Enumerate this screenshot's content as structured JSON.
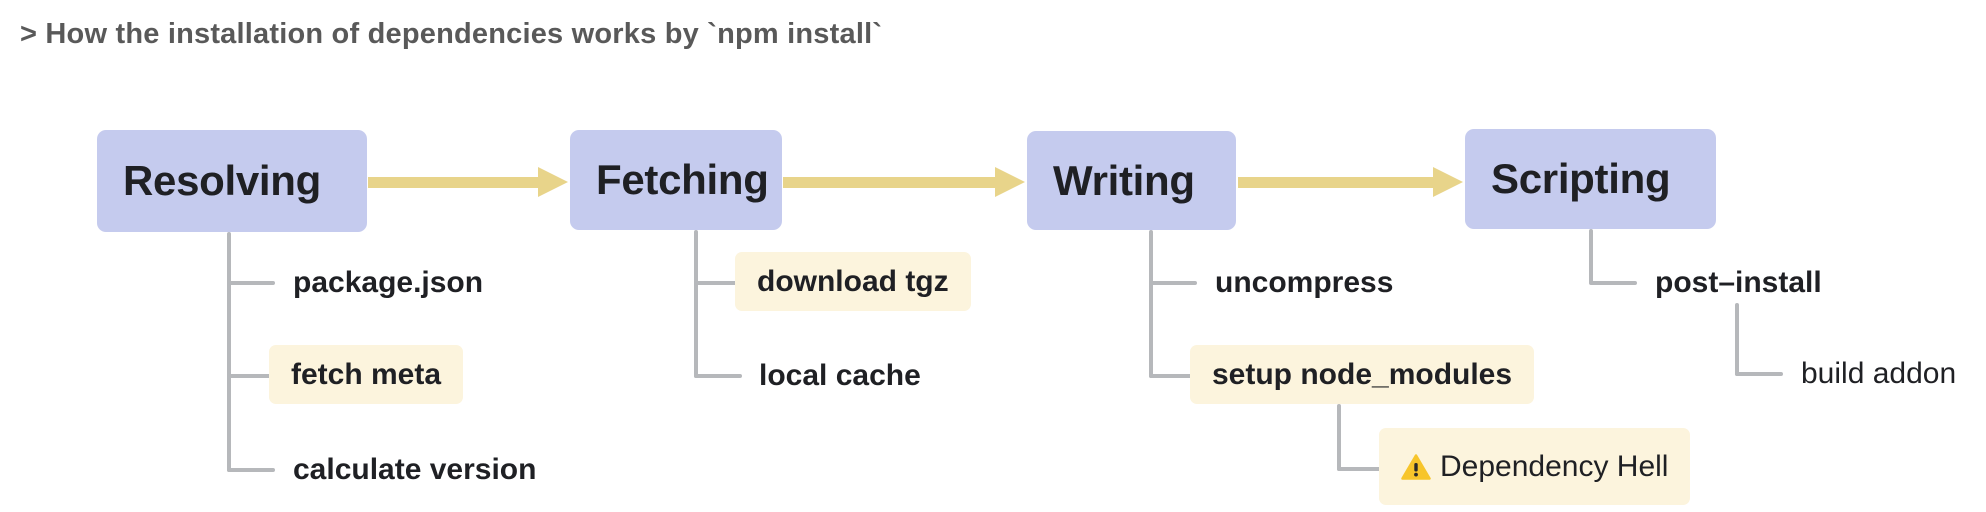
{
  "title": "> How the installation of dependencies works by `npm install`",
  "colors": {
    "stage_fill": "#c5cbee",
    "stage_text": "#1f2024",
    "arrow": "#e8d48a",
    "connector": "#b6b8bb",
    "highlight_fill": "#fcf4dd",
    "title_text": "#595959",
    "warning": "#f7c52b",
    "background": "#ffffff"
  },
  "diagram": {
    "type": "flow-tree",
    "orientation": "left-to-right",
    "stages": [
      {
        "id": "resolving",
        "label": "Resolving",
        "children": [
          {
            "label": "package.json",
            "highlight": false,
            "bold": true
          },
          {
            "label": "fetch meta",
            "highlight": true,
            "bold": true
          },
          {
            "label": "calculate version",
            "highlight": false,
            "bold": true
          }
        ]
      },
      {
        "id": "fetching",
        "label": "Fetching",
        "children": [
          {
            "label": "download tgz",
            "highlight": true,
            "bold": true
          },
          {
            "label": "local cache",
            "highlight": false,
            "bold": true
          }
        ]
      },
      {
        "id": "writing",
        "label": "Writing",
        "children": [
          {
            "label": "uncompress",
            "highlight": false,
            "bold": true
          },
          {
            "label": "setup node_modules",
            "highlight": true,
            "bold": true,
            "children": [
              {
                "label": "Dependency Hell",
                "highlight": true,
                "bold": false,
                "icon": "warning-triangle-icon"
              }
            ]
          }
        ]
      },
      {
        "id": "scripting",
        "label": "Scripting",
        "children": [
          {
            "label": "post–install",
            "highlight": false,
            "bold": true,
            "children": [
              {
                "label": "build addon",
                "highlight": false,
                "bold": false
              }
            ]
          }
        ]
      }
    ],
    "arrows": [
      {
        "from": "resolving",
        "to": "fetching"
      },
      {
        "from": "fetching",
        "to": "writing"
      },
      {
        "from": "writing",
        "to": "scripting"
      }
    ]
  }
}
